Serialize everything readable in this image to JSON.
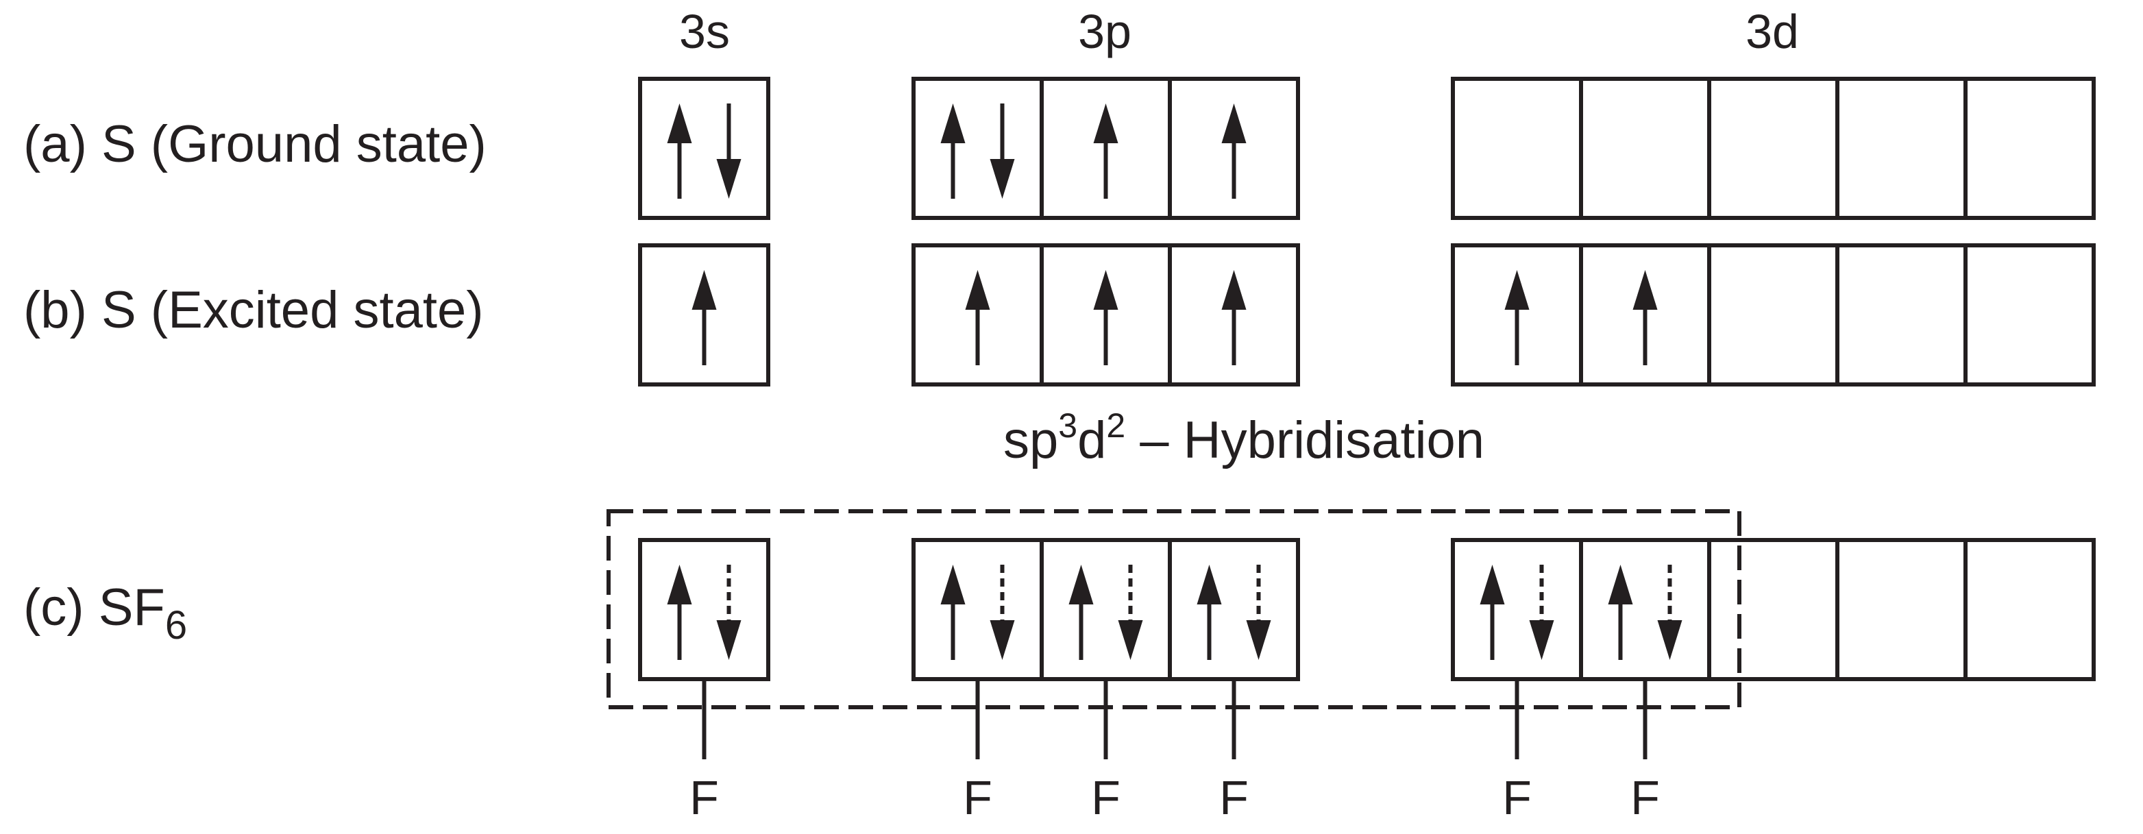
{
  "headers": {
    "s": "3s",
    "p": "3p",
    "d": "3d"
  },
  "rows": [
    {
      "label": "(a) S (Ground state)",
      "s": [
        [
          "up",
          "down"
        ]
      ],
      "p": [
        [
          "up",
          "down"
        ],
        [
          "up"
        ],
        [
          "up"
        ]
      ],
      "d": [
        [],
        [],
        [],
        [],
        []
      ]
    },
    {
      "label": "(b) S (Excited state)",
      "s": [
        [
          "up"
        ]
      ],
      "p": [
        [
          "up"
        ],
        [
          "up"
        ],
        [
          "up"
        ]
      ],
      "d": [
        [
          "up"
        ],
        [
          "up"
        ],
        [],
        [],
        []
      ]
    },
    {
      "label_main": "(c) SF",
      "label_sub": "6",
      "s": [
        [
          "up",
          "down-dashed"
        ]
      ],
      "p": [
        [
          "up",
          "down-dashed"
        ],
        [
          "up",
          "down-dashed"
        ],
        [
          "up",
          "down-dashed"
        ]
      ],
      "d": [
        [
          "up",
          "down-dashed"
        ],
        [
          "up",
          "down-dashed"
        ],
        [],
        [],
        []
      ]
    }
  ],
  "hybridisation": {
    "pre": "sp",
    "sup1": "3",
    "mid": "d",
    "sup2": "2",
    "post": " – Hybridisation"
  },
  "f_label": "F"
}
